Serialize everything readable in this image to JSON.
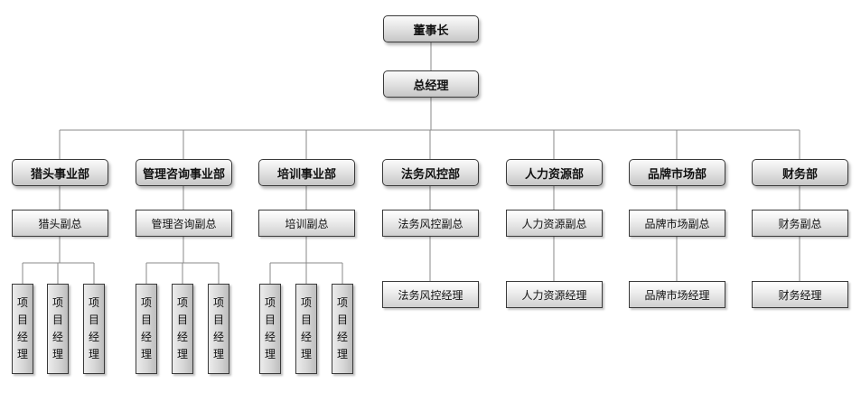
{
  "chairman": "董事长",
  "general_manager": "总经理",
  "departments": [
    {
      "name": "猎头事业部",
      "deputy": "猎头副总",
      "managers": [
        "项目经理",
        "项目经理",
        "项目经理"
      ]
    },
    {
      "name": "管理咨询事业部",
      "deputy": "管理咨询副总",
      "managers": [
        "项目经理",
        "项目经理",
        "项目经理"
      ]
    },
    {
      "name": "培训事业部",
      "deputy": "培训副总",
      "managers": [
        "项目经理",
        "项目经理",
        "项目经理"
      ]
    },
    {
      "name": "法务风控部",
      "deputy": "法务风控副总",
      "manager": "法务风控经理"
    },
    {
      "name": "人力资源部",
      "deputy": "人力资源副总",
      "manager": "人力资源经理"
    },
    {
      "name": "品牌市场部",
      "deputy": "品牌市场副总",
      "manager": "品牌市场经理"
    },
    {
      "name": "财务部",
      "deputy": "财务副总",
      "manager": "财务经理"
    }
  ]
}
